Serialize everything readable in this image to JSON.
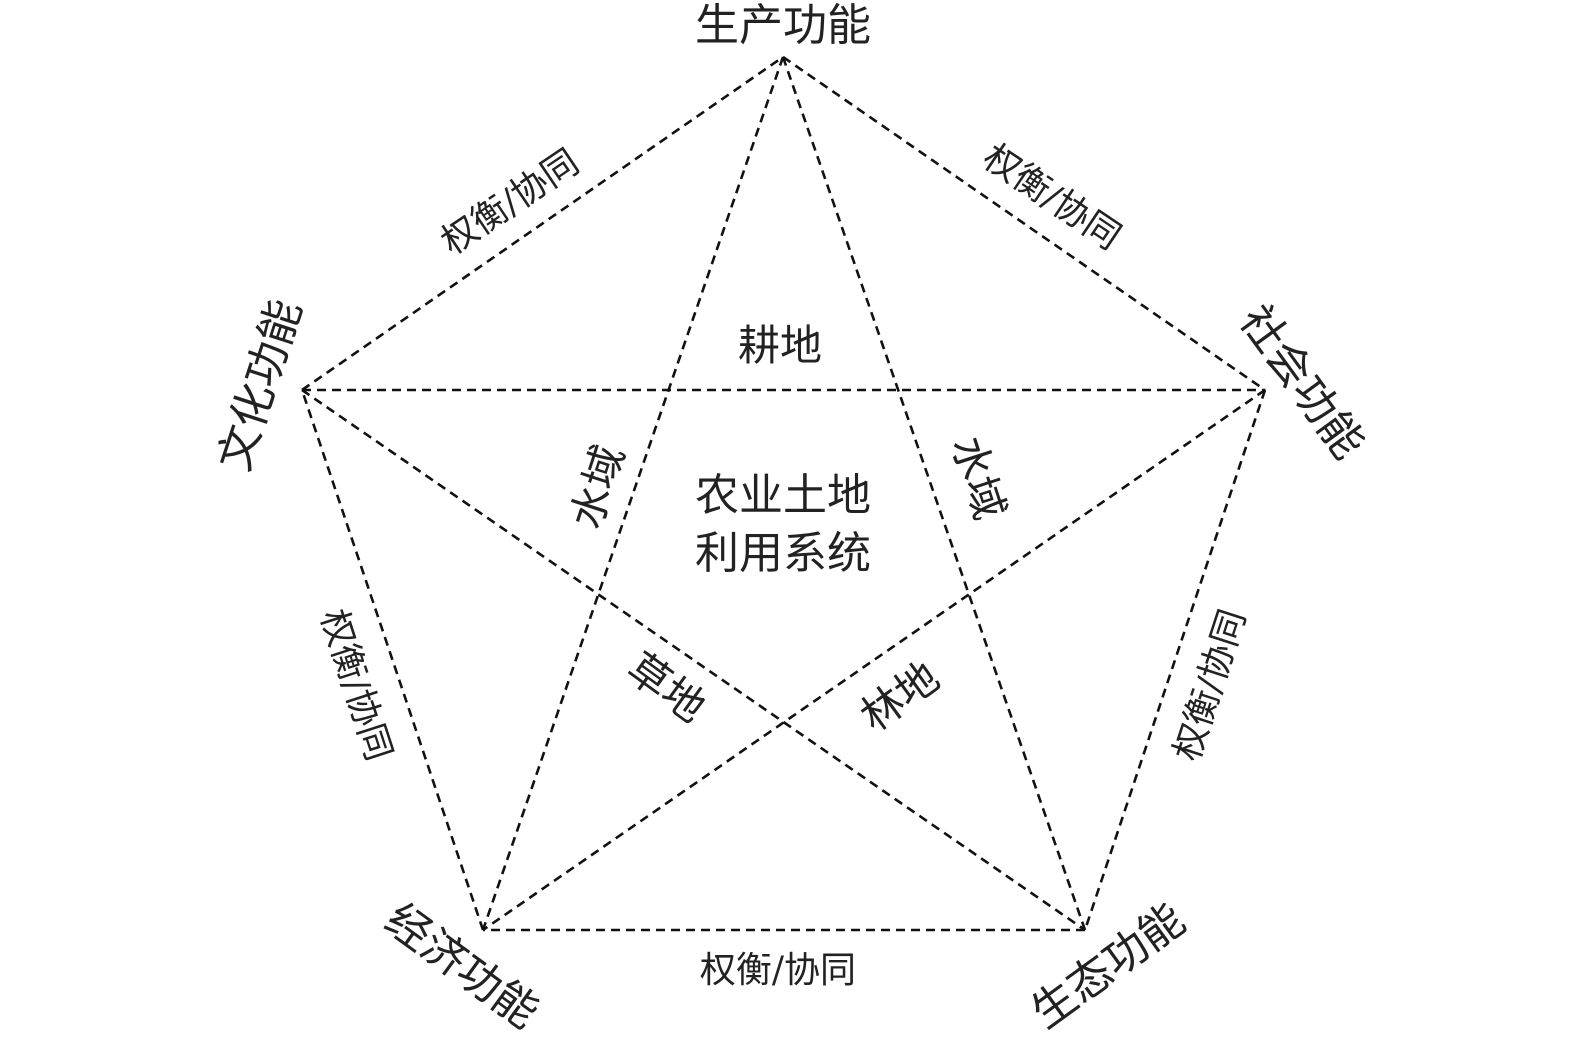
{
  "vertices": {
    "production": "生产功能",
    "social": "社会功能",
    "ecological": "生态功能",
    "economic": "经济功能",
    "cultural": "文化功能"
  },
  "edge_label": "权衡/协同",
  "land_types": {
    "cropland": "耕地",
    "water_left": "水域",
    "water_right": "水域",
    "grassland": "草地",
    "forest": "林地"
  },
  "center": {
    "line1": "农业土地",
    "line2": "利用系统"
  },
  "colors": {
    "line": "#111111",
    "text": "#222222"
  }
}
